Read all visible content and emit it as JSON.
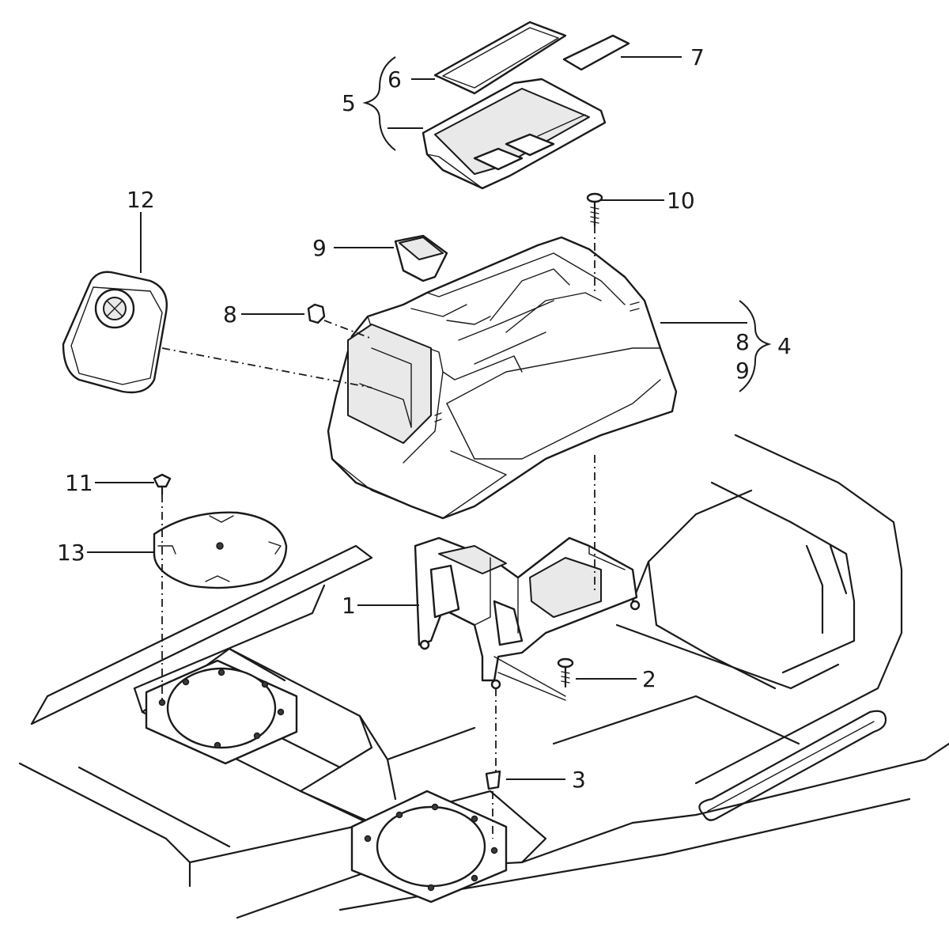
{
  "callouts": {
    "c1": "1",
    "c2": "2",
    "c3": "3",
    "c4": "4",
    "c5": "5",
    "c6": "6",
    "c7": "7",
    "c8": "8",
    "c9": "9",
    "c10": "10",
    "c11": "11",
    "c12": "12",
    "c13": "13",
    "c4_sub8": "8",
    "c4_sub9": "9"
  }
}
